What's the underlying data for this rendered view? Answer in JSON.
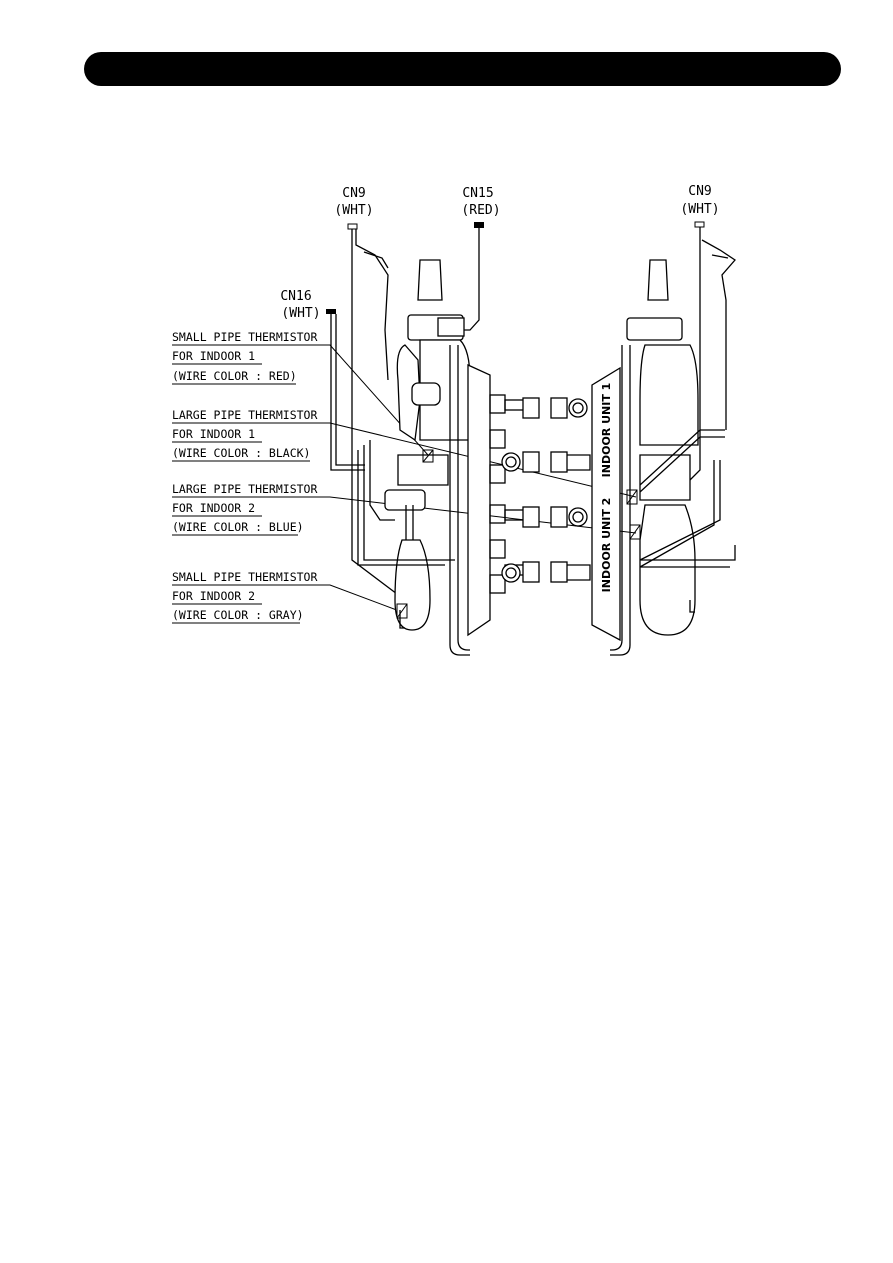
{
  "connectors": {
    "cn9_left": {
      "name": "CN9",
      "color": "(WHT)"
    },
    "cn15": {
      "name": "CN15",
      "color": "(RED)"
    },
    "cn9_right": {
      "name": "CN9",
      "color": "(WHT)"
    },
    "cn16": {
      "name": "CN16",
      "color": "(WHT)"
    }
  },
  "thermistors": [
    {
      "line1": "SMALL PIPE THERMISTOR",
      "line2": "FOR INDOOR 1",
      "line3": "(WIRE COLOR : RED)"
    },
    {
      "line1": "LARGE PIPE THERMISTOR",
      "line2": "FOR INDOOR 1",
      "line3": "(WIRE COLOR : BLACK)"
    },
    {
      "line1": "LARGE PIPE THERMISTOR",
      "line2": "FOR INDOOR 2",
      "line3": "(WIRE COLOR : BLUE)"
    },
    {
      "line1": "SMALL PIPE THERMISTOR",
      "line2": "FOR INDOOR 2",
      "line3": "(WIRE COLOR : GRAY)"
    }
  ],
  "units": {
    "unit1": "INDOOR UNIT 1",
    "unit2": "INDOOR UNIT 2"
  }
}
